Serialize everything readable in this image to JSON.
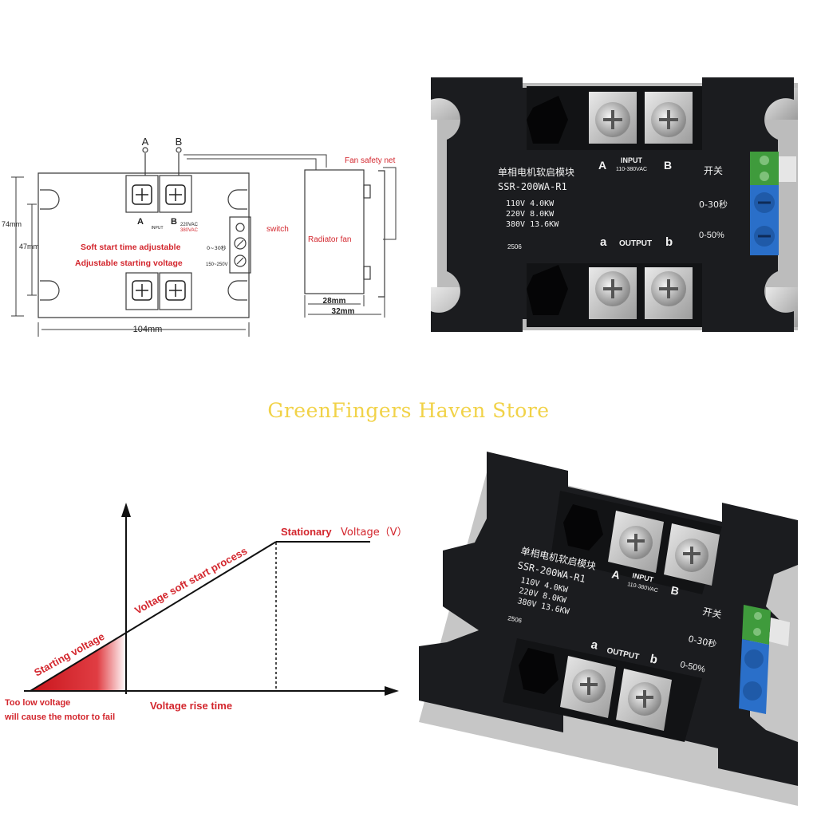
{
  "store_name": "GreenFingers Haven Store",
  "colors": {
    "module_body": "#1b1c1f",
    "terminal_green": "#3f9b3c",
    "terminal_blue": "#2a6fc9",
    "annotation_red": "#d3262d",
    "store_text": "#f1d247"
  },
  "dimension_diagram": {
    "terminal_a": "A",
    "terminal_b": "B",
    "label_a": "A",
    "label_b": "B",
    "input_label": "INPUT",
    "voltage_220": "220VAC",
    "voltage_380": "380VAC",
    "switch_label": "switch",
    "soft_start_label": "Soft start time adjustable",
    "soft_start_range": "0~30秒",
    "adjustable_voltage_label": "Adjustable starting voltage",
    "voltage_range": "150~250V",
    "fan_safety_net": "Fan safety net",
    "radiator_fan": "Radiator fan",
    "dim_74": "74mm",
    "dim_47": "47mm",
    "dim_104": "104mm",
    "dim_28": "28mm",
    "dim_32": "32mm"
  },
  "module": {
    "title_cn": "单相电机软启模块",
    "model": "SSR-200WA-R1",
    "spec_110": "110V 4.0KW",
    "spec_220": "220V 8.0KW",
    "spec_380": "380V 13.6KW",
    "code": "2506",
    "input_label": "INPUT",
    "input_range": "110-380VAC",
    "terminal_a": "A",
    "terminal_b": "B",
    "output_label": "OUTPUT",
    "output_a": "a",
    "output_b": "b",
    "switch_cn": "开关",
    "time_range": "0-30秒",
    "voltage_pct": "0-50%"
  },
  "curve_diagram": {
    "stationary": "Stationary",
    "voltage_v": "Voltage（V）",
    "soft_start_process": "Voltage soft start process",
    "starting_voltage": "Starting voltage",
    "rise_time": "Voltage rise time",
    "too_low_1": "Too low voltage",
    "too_low_2": "will cause the motor to fail"
  }
}
